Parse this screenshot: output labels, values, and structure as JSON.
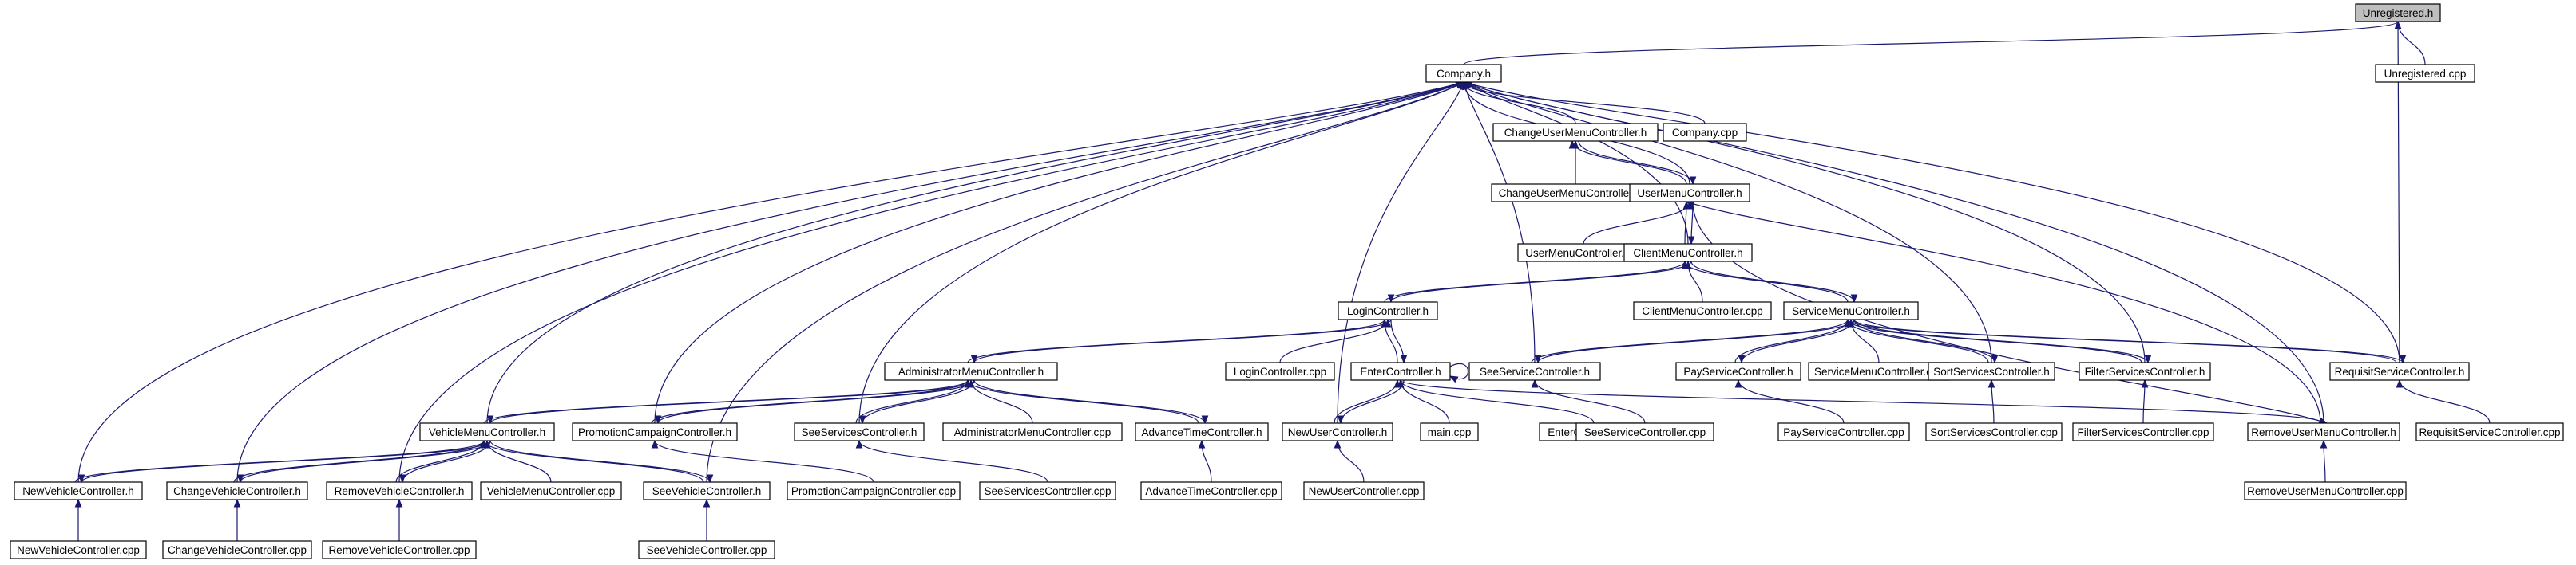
{
  "diagram": {
    "nodes": [
      {
        "id": "unregistered_h",
        "label": "Unregistered.h",
        "root": true
      },
      {
        "id": "unregistered_cpp",
        "label": "Unregistered.cpp"
      },
      {
        "id": "company_h",
        "label": "Company.h"
      },
      {
        "id": "company_cpp",
        "label": "Company.cpp"
      },
      {
        "id": "changeusermenu_h",
        "label": "ChangeUserMenuController.h"
      },
      {
        "id": "changeusermenu_cpp",
        "label": "ChangeUserMenuController.cpp"
      },
      {
        "id": "usermenu_h",
        "label": "UserMenuController.h"
      },
      {
        "id": "usermenu_cpp",
        "label": "UserMenuController.cpp"
      },
      {
        "id": "clientmenu_h",
        "label": "ClientMenuController.h"
      },
      {
        "id": "clientmenu_cpp",
        "label": "ClientMenuController.cpp"
      },
      {
        "id": "login_h",
        "label": "LoginController.h"
      },
      {
        "id": "login_cpp",
        "label": "LoginController.cpp"
      },
      {
        "id": "servicemenu_h",
        "label": "ServiceMenuController.h"
      },
      {
        "id": "servicemenu_cpp",
        "label": "ServiceMenuController.cpp"
      },
      {
        "id": "adminmenu_h",
        "label": "AdministratorMenuController.h"
      },
      {
        "id": "adminmenu_cpp",
        "label": "AdministratorMenuController.cpp"
      },
      {
        "id": "enter_h",
        "label": "EnterController.h"
      },
      {
        "id": "enter_cpp",
        "label": "EnterController.cpp"
      },
      {
        "id": "main_cpp",
        "label": "main.cpp"
      },
      {
        "id": "seeservice_h",
        "label": "SeeServiceController.h"
      },
      {
        "id": "seeservice_cpp",
        "label": "SeeServiceController.cpp"
      },
      {
        "id": "payservice_h",
        "label": "PayServiceController.h"
      },
      {
        "id": "payservice_cpp",
        "label": "PayServiceController.cpp"
      },
      {
        "id": "sortservices_h",
        "label": "SortServicesController.h"
      },
      {
        "id": "sortservices_cpp",
        "label": "SortServicesController.cpp"
      },
      {
        "id": "filterservices_h",
        "label": "FilterServicesController.h"
      },
      {
        "id": "filterservices_cpp",
        "label": "FilterServicesController.cpp"
      },
      {
        "id": "requisitservice_h",
        "label": "RequisitServiceController.h"
      },
      {
        "id": "requisitservice_cpp",
        "label": "RequisitServiceController.cpp"
      },
      {
        "id": "vehiclemenu_h",
        "label": "VehicleMenuController.h"
      },
      {
        "id": "vehiclemenu_cpp",
        "label": "VehicleMenuController.cpp"
      },
      {
        "id": "promotion_h",
        "label": "PromotionCampaignController.h"
      },
      {
        "id": "promotion_cpp",
        "label": "PromotionCampaignController.cpp"
      },
      {
        "id": "seeservices_h",
        "label": "SeeServicesController.h"
      },
      {
        "id": "seeservices_cpp",
        "label": "SeeServicesController.cpp"
      },
      {
        "id": "advancetime_h",
        "label": "AdvanceTimeController.h"
      },
      {
        "id": "advancetime_cpp",
        "label": "AdvanceTimeController.cpp"
      },
      {
        "id": "newuser_h",
        "label": "NewUserController.h"
      },
      {
        "id": "newuser_cpp",
        "label": "NewUserController.cpp"
      },
      {
        "id": "removeusermenu_h",
        "label": "RemoveUserMenuController.h"
      },
      {
        "id": "removeusermenu_cpp",
        "label": "RemoveUserMenuController.cpp"
      },
      {
        "id": "newvehicle_h",
        "label": "NewVehicleController.h"
      },
      {
        "id": "newvehicle_cpp",
        "label": "NewVehicleController.cpp"
      },
      {
        "id": "changevehicle_h",
        "label": "ChangeVehicleController.h"
      },
      {
        "id": "changevehicle_cpp",
        "label": "ChangeVehicleController.cpp"
      },
      {
        "id": "removevehicle_h",
        "label": "RemoveVehicleController.h"
      },
      {
        "id": "removevehicle_cpp",
        "label": "RemoveVehicleController.cpp"
      },
      {
        "id": "seevehicle_h",
        "label": "SeeVehicleController.h"
      },
      {
        "id": "seevehicle_cpp",
        "label": "SeeVehicleController.cpp"
      }
    ],
    "edges": [
      [
        "company_h",
        "unregistered_h"
      ],
      [
        "unregistered_cpp",
        "unregistered_h"
      ],
      [
        "requisitservice_h",
        "unregistered_h"
      ],
      [
        "company_cpp",
        "company_h"
      ],
      [
        "changeusermenu_h",
        "company_h"
      ],
      [
        "usermenu_h",
        "company_h"
      ],
      [
        "clientmenu_h",
        "company_h"
      ],
      [
        "seeservice_h",
        "company_h"
      ],
      [
        "sortservices_h",
        "company_h"
      ],
      [
        "filterservices_h",
        "company_h"
      ],
      [
        "requisitservice_h",
        "company_h"
      ],
      [
        "removeusermenu_h",
        "company_h"
      ],
      [
        "newuser_h",
        "company_h"
      ],
      [
        "vehiclemenu_h",
        "company_h"
      ],
      [
        "promotion_h",
        "company_h"
      ],
      [
        "seeservices_h",
        "company_h"
      ],
      [
        "newvehicle_h",
        "company_h"
      ],
      [
        "changevehicle_h",
        "company_h"
      ],
      [
        "removevehicle_h",
        "company_h"
      ],
      [
        "seevehicle_h",
        "company_h"
      ],
      [
        "changeusermenu_cpp",
        "changeusermenu_h"
      ],
      [
        "usermenu_h",
        "changeusermenu_h"
      ],
      [
        "changeusermenu_h",
        "usermenu_h"
      ],
      [
        "usermenu_cpp",
        "usermenu_h"
      ],
      [
        "clientmenu_h",
        "usermenu_h"
      ],
      [
        "usermenu_h",
        "clientmenu_h"
      ],
      [
        "removeusermenu_h",
        "usermenu_h"
      ],
      [
        "usermenu_h",
        "removeusermenu_h"
      ],
      [
        "clientmenu_cpp",
        "clientmenu_h"
      ],
      [
        "login_h",
        "clientmenu_h"
      ],
      [
        "clientmenu_h",
        "login_h"
      ],
      [
        "servicemenu_h",
        "clientmenu_h"
      ],
      [
        "clientmenu_h",
        "servicemenu_h"
      ],
      [
        "login_cpp",
        "login_h"
      ],
      [
        "enter_h",
        "login_h"
      ],
      [
        "login_h",
        "enter_h"
      ],
      [
        "adminmenu_h",
        "login_h"
      ],
      [
        "login_h",
        "adminmenu_h"
      ],
      [
        "servicemenu_cpp",
        "servicemenu_h"
      ],
      [
        "seeservice_h",
        "servicemenu_h"
      ],
      [
        "servicemenu_h",
        "seeservice_h"
      ],
      [
        "payservice_h",
        "servicemenu_h"
      ],
      [
        "servicemenu_h",
        "payservice_h"
      ],
      [
        "sortservices_h",
        "servicemenu_h"
      ],
      [
        "servicemenu_h",
        "sortservices_h"
      ],
      [
        "filterservices_h",
        "servicemenu_h"
      ],
      [
        "servicemenu_h",
        "filterservices_h"
      ],
      [
        "requisitservice_h",
        "servicemenu_h"
      ],
      [
        "servicemenu_h",
        "requisitservice_h"
      ],
      [
        "adminmenu_cpp",
        "adminmenu_h"
      ],
      [
        "vehiclemenu_h",
        "adminmenu_h"
      ],
      [
        "adminmenu_h",
        "vehiclemenu_h"
      ],
      [
        "promotion_h",
        "adminmenu_h"
      ],
      [
        "adminmenu_h",
        "promotion_h"
      ],
      [
        "seeservices_h",
        "adminmenu_h"
      ],
      [
        "adminmenu_h",
        "seeservices_h"
      ],
      [
        "advancetime_h",
        "adminmenu_h"
      ],
      [
        "adminmenu_h",
        "advancetime_h"
      ],
      [
        "enter_cpp",
        "enter_h"
      ],
      [
        "main_cpp",
        "enter_h"
      ],
      [
        "newuser_h",
        "enter_h"
      ],
      [
        "enter_h",
        "newuser_h"
      ],
      [
        "removeusermenu_h",
        "enter_h"
      ],
      [
        "enter_h",
        "enter_h"
      ],
      [
        "newuser_cpp",
        "newuser_h"
      ],
      [
        "removeusermenu_cpp",
        "removeusermenu_h"
      ],
      [
        "seeservice_cpp",
        "seeservice_h"
      ],
      [
        "payservice_cpp",
        "payservice_h"
      ],
      [
        "sortservices_cpp",
        "sortservices_h"
      ],
      [
        "filterservices_cpp",
        "filterservices_h"
      ],
      [
        "requisitservice_cpp",
        "requisitservice_h"
      ],
      [
        "vehiclemenu_cpp",
        "vehiclemenu_h"
      ],
      [
        "newvehicle_h",
        "vehiclemenu_h"
      ],
      [
        "vehiclemenu_h",
        "newvehicle_h"
      ],
      [
        "changevehicle_h",
        "vehiclemenu_h"
      ],
      [
        "vehiclemenu_h",
        "changevehicle_h"
      ],
      [
        "removevehicle_h",
        "vehiclemenu_h"
      ],
      [
        "vehiclemenu_h",
        "removevehicle_h"
      ],
      [
        "seevehicle_h",
        "vehiclemenu_h"
      ],
      [
        "vehiclemenu_h",
        "seevehicle_h"
      ],
      [
        "promotion_cpp",
        "promotion_h"
      ],
      [
        "seeservices_cpp",
        "seeservices_h"
      ],
      [
        "advancetime_cpp",
        "advancetime_h"
      ],
      [
        "newvehicle_cpp",
        "newvehicle_h"
      ],
      [
        "changevehicle_cpp",
        "changevehicle_h"
      ],
      [
        "removevehicle_cpp",
        "removevehicle_h"
      ],
      [
        "seevehicle_cpp",
        "seevehicle_h"
      ]
    ]
  }
}
